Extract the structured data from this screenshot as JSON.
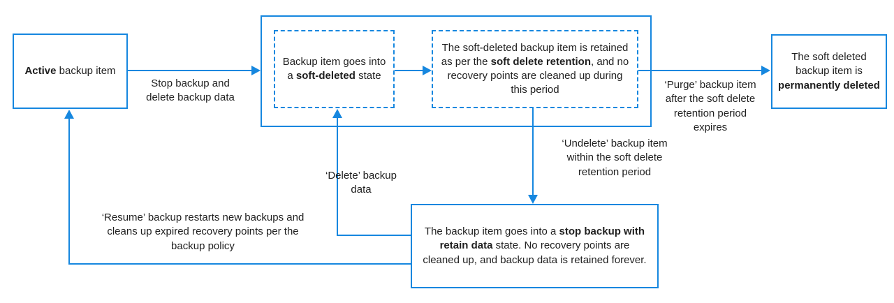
{
  "diagram": {
    "accent_color": "#1687df",
    "text_color": "#1f1f1f",
    "background_color": "#ffffff",
    "nodes": {
      "active": {
        "segments": [
          {
            "text": "Active",
            "bold": true
          },
          {
            "text": " backup item",
            "bold": false
          }
        ]
      },
      "soft_deleted_state": {
        "segments": [
          {
            "text": "Backup item goes into a ",
            "bold": false
          },
          {
            "text": "soft-deleted",
            "bold": true
          },
          {
            "text": " state",
            "bold": false
          }
        ]
      },
      "soft_delete_retention": {
        "segments": [
          {
            "text": "The soft-deleted backup item is retained as per the ",
            "bold": false
          },
          {
            "text": "soft delete retention",
            "bold": true
          },
          {
            "text": ", and no recovery points are cleaned up during this period",
            "bold": false
          }
        ]
      },
      "permanently_deleted": {
        "segments": [
          {
            "text": "The soft deleted backup item is ",
            "bold": false
          },
          {
            "text": "permanently deleted",
            "bold": true
          }
        ]
      },
      "stop_backup_retain": {
        "segments": [
          {
            "text": "The backup item goes into a ",
            "bold": false
          },
          {
            "text": "stop backup with retain data",
            "bold": true
          },
          {
            "text": " state. No recovery points are cleaned up, and backup data is retained forever.",
            "bold": false
          }
        ]
      }
    },
    "edges": {
      "stop_and_delete": "Stop backup and delete  backup data",
      "purge": "‘Purge’ backup item after the soft delete retention period expires",
      "undelete": "‘Undelete’ backup item within the soft delete retention period",
      "delete": "‘Delete’ backup data",
      "resume": "‘Resume’ backup restarts new backups and cleans up expired recovery points per the backup policy"
    }
  }
}
